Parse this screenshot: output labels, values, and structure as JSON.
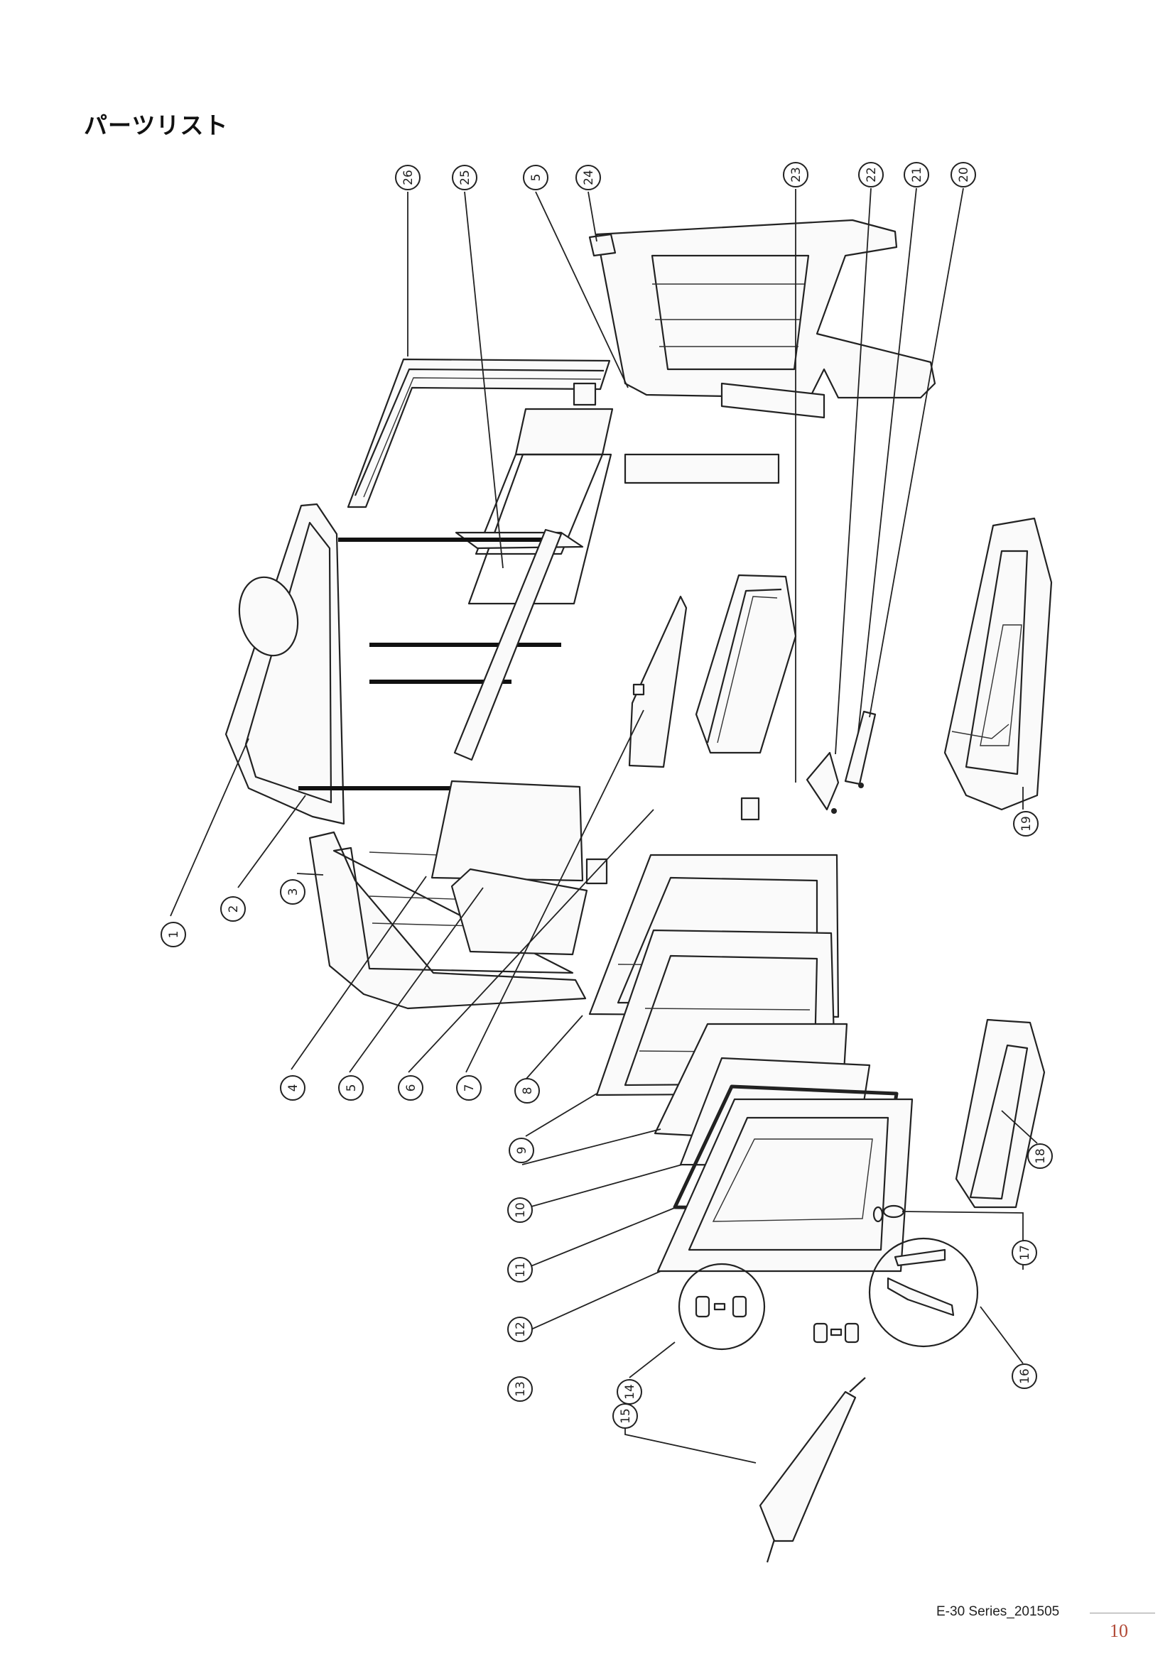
{
  "page": {
    "title": "パーツリスト",
    "footer_code": "E-30  Series_201505",
    "page_number": "10"
  },
  "callouts": [
    "1",
    "2",
    "3",
    "4",
    "5",
    "6",
    "7",
    "8",
    "9",
    "10",
    "11",
    "12",
    "13",
    "14",
    "15",
    "16",
    "17",
    "18",
    "19",
    "20",
    "21",
    "22",
    "23",
    "24",
    "5",
    "25",
    "26"
  ]
}
